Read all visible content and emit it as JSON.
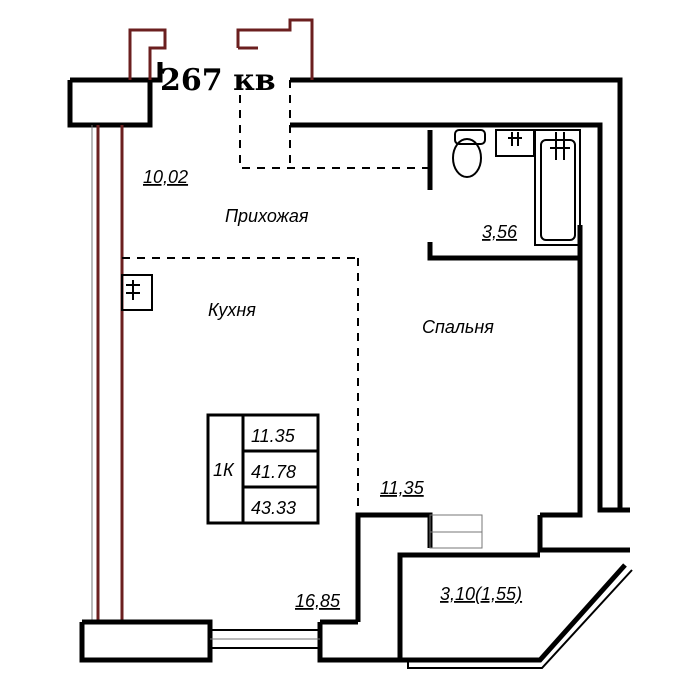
{
  "apartment": {
    "title": "267 кв",
    "type_label": "1К",
    "area_living": "11.35",
    "area_total": "41.78",
    "area_total_with_balcony": "43.33"
  },
  "rooms": {
    "hallway_area": "10,02",
    "hallway_name": "Прихожая",
    "bathroom_area": "3,56",
    "kitchen_name": "Кухня",
    "kitchen_area": "16,85",
    "bedroom_name": "Спальня",
    "bedroom_area": "11,35",
    "balcony_area": "3,10(1,55)"
  },
  "colors": {
    "walls": "#000000",
    "ventilation_shaft": "#6b1f1f",
    "background": "#ffffff"
  }
}
